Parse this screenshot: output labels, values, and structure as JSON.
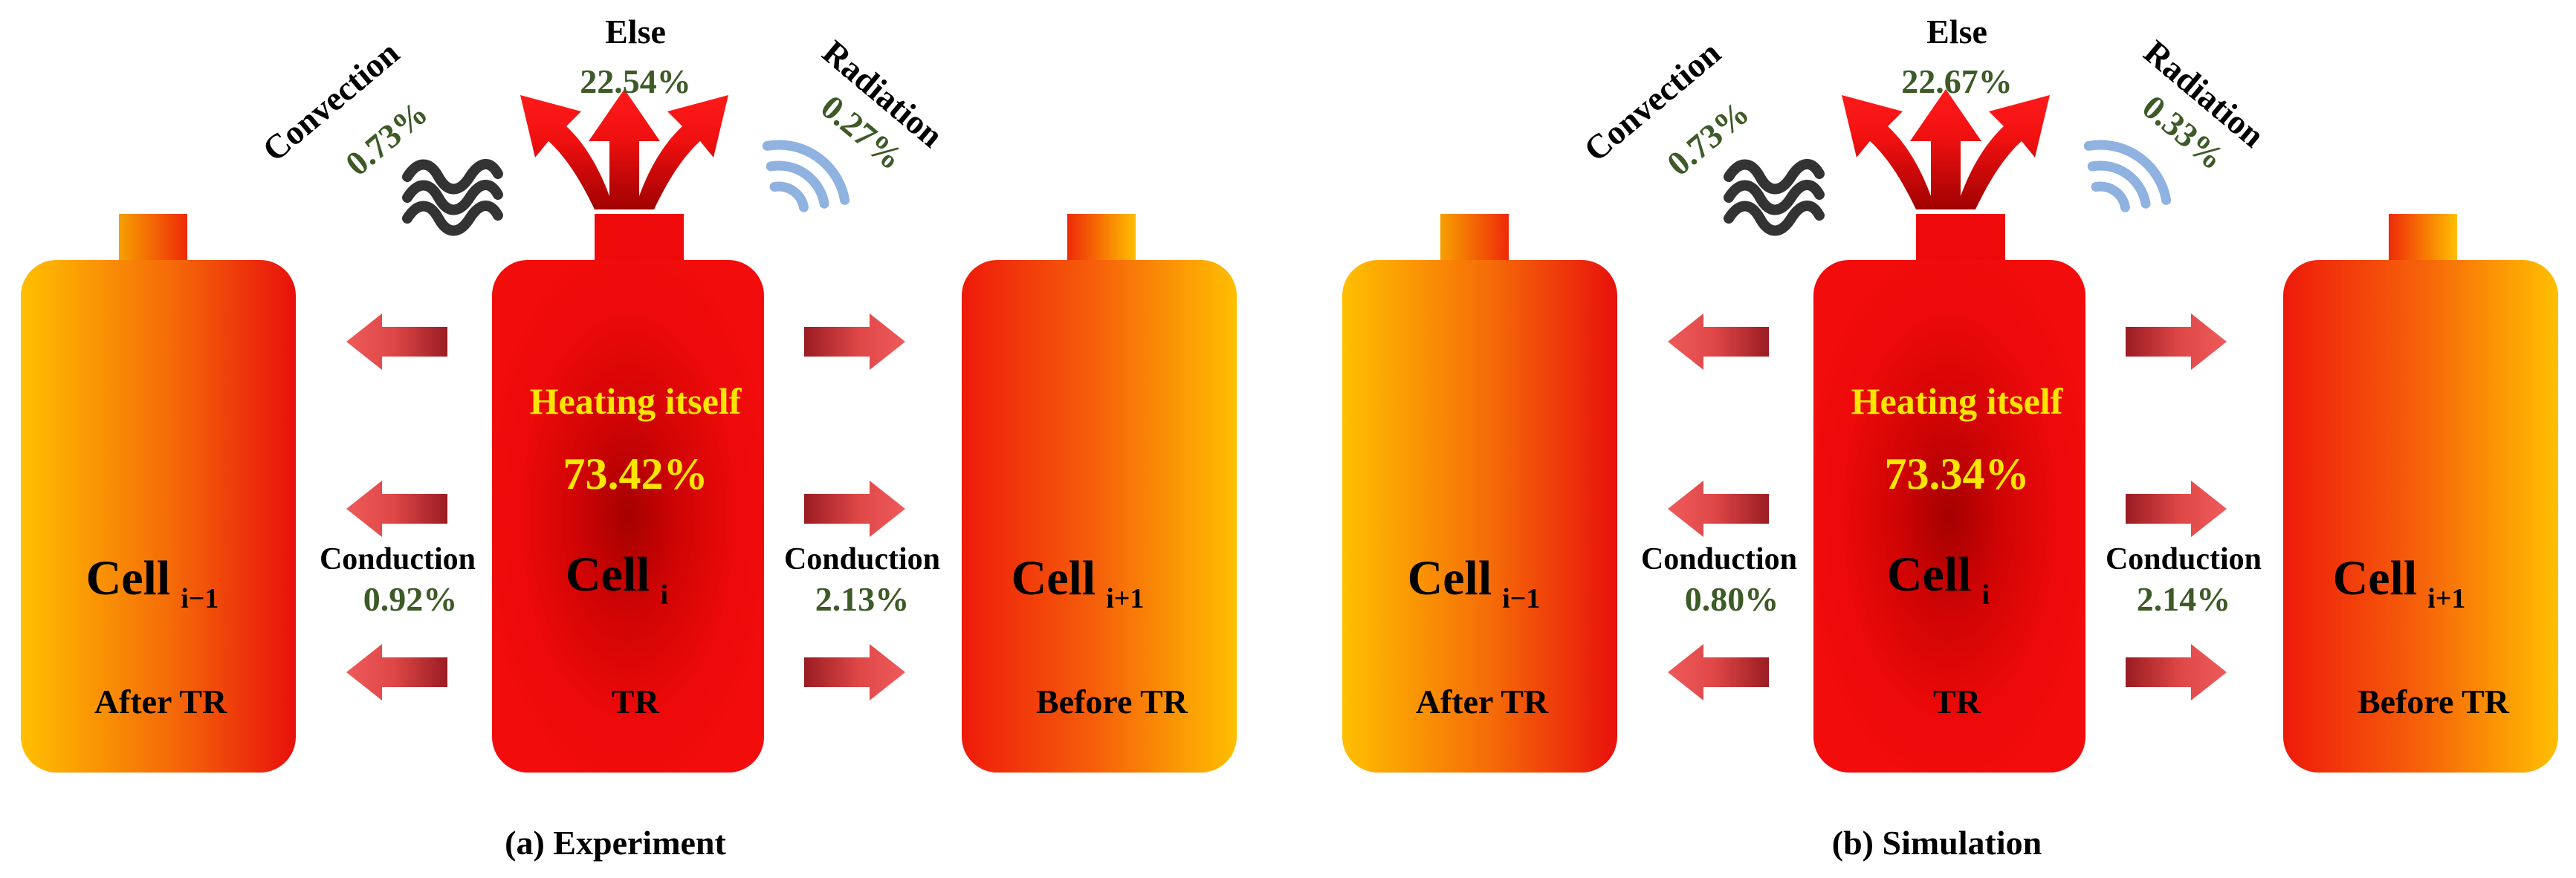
{
  "colors": {
    "label_green": "#3d5a27",
    "heating_yellow": "#ffe600",
    "tr_red": "#ee0a0a",
    "side_orange": "#f7a000",
    "radiation_blue": "#8fb2e0",
    "convection_dark": "#333333"
  },
  "icons": {
    "convection": "convection-wave-icon",
    "radiation": "radiation-wave-icon",
    "heat_release": "heat-release-arrows-icon",
    "conduction": "conduction-arrow-icon"
  },
  "panels": [
    {
      "caption": "(a) Experiment",
      "convection": {
        "label": "Convection",
        "value": "0.73%"
      },
      "else": {
        "label": "Else",
        "value": "22.54%"
      },
      "radiation": {
        "label": "Radiation",
        "value": "0.27%"
      },
      "heating": {
        "label": "Heating itself",
        "value": "73.42%"
      },
      "cell_left": {
        "name": "Cell",
        "sub": "i−1",
        "status": "After TR"
      },
      "cell_center": {
        "name": "Cell",
        "sub": "i",
        "status": "TR"
      },
      "cell_right": {
        "name": "Cell",
        "sub": "i+1",
        "status": "Before TR"
      },
      "conduction_left": {
        "label": "Conduction",
        "value": "0.92%"
      },
      "conduction_right": {
        "label": "Conduction",
        "value": "2.13%"
      }
    },
    {
      "caption": "(b) Simulation",
      "convection": {
        "label": "Convection",
        "value": "0.73%"
      },
      "else": {
        "label": "Else",
        "value": "22.67%"
      },
      "radiation": {
        "label": "Radiation",
        "value": "0.33%"
      },
      "heating": {
        "label": "Heating itself",
        "value": "73.34%"
      },
      "cell_left": {
        "name": "Cell",
        "sub": "i−1",
        "status": "After TR"
      },
      "cell_center": {
        "name": "Cell",
        "sub": "i",
        "status": "TR"
      },
      "cell_right": {
        "name": "Cell",
        "sub": "i+1",
        "status": "Before TR"
      },
      "conduction_left": {
        "label": "Conduction",
        "value": "0.80%"
      },
      "conduction_right": {
        "label": "Conduction",
        "value": "2.14%"
      }
    }
  ]
}
